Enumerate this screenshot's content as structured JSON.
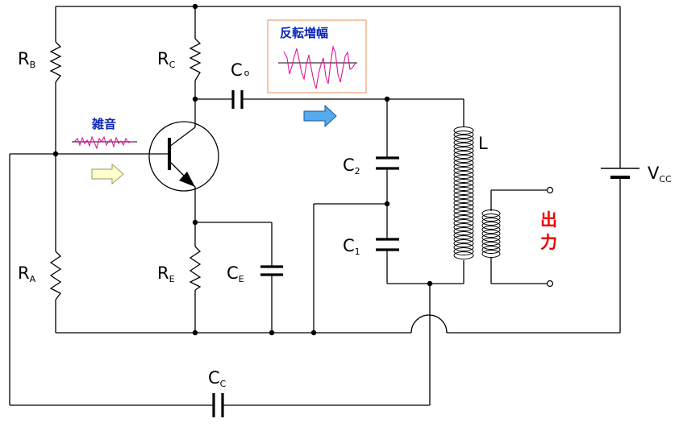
{
  "labels": {
    "rb": {
      "main": "R",
      "sub": "B"
    },
    "rc": {
      "main": "R",
      "sub": "C"
    },
    "co": {
      "main": "C",
      "sub": "o"
    },
    "ra": {
      "main": "R",
      "sub": "A"
    },
    "re": {
      "main": "R",
      "sub": "E"
    },
    "ce": {
      "main": "C",
      "sub": "E"
    },
    "c2": {
      "main": "C",
      "sub": "2"
    },
    "c1": {
      "main": "C",
      "sub": "1"
    },
    "cc": {
      "main": "C",
      "sub": "C"
    },
    "l": "L",
    "vcc": {
      "main": "V",
      "sub": "CC"
    }
  },
  "annotations": {
    "noise": "雑音",
    "inverted_amplification": "反転増幅",
    "output_line1": "出",
    "output_line2": "力"
  },
  "colors": {
    "wire": "#000000",
    "annotation_text": "#0b25b8",
    "output_text": "#ee0000",
    "waveform": "#e0169a",
    "annotation_box_border": "#f0a070",
    "input_arrow_fill": "#ffffcc",
    "input_arrow_stroke": "#9a9a6a",
    "flow_arrow_fill": "#55aaee",
    "flow_arrow_stroke": "#1a5a9a"
  }
}
